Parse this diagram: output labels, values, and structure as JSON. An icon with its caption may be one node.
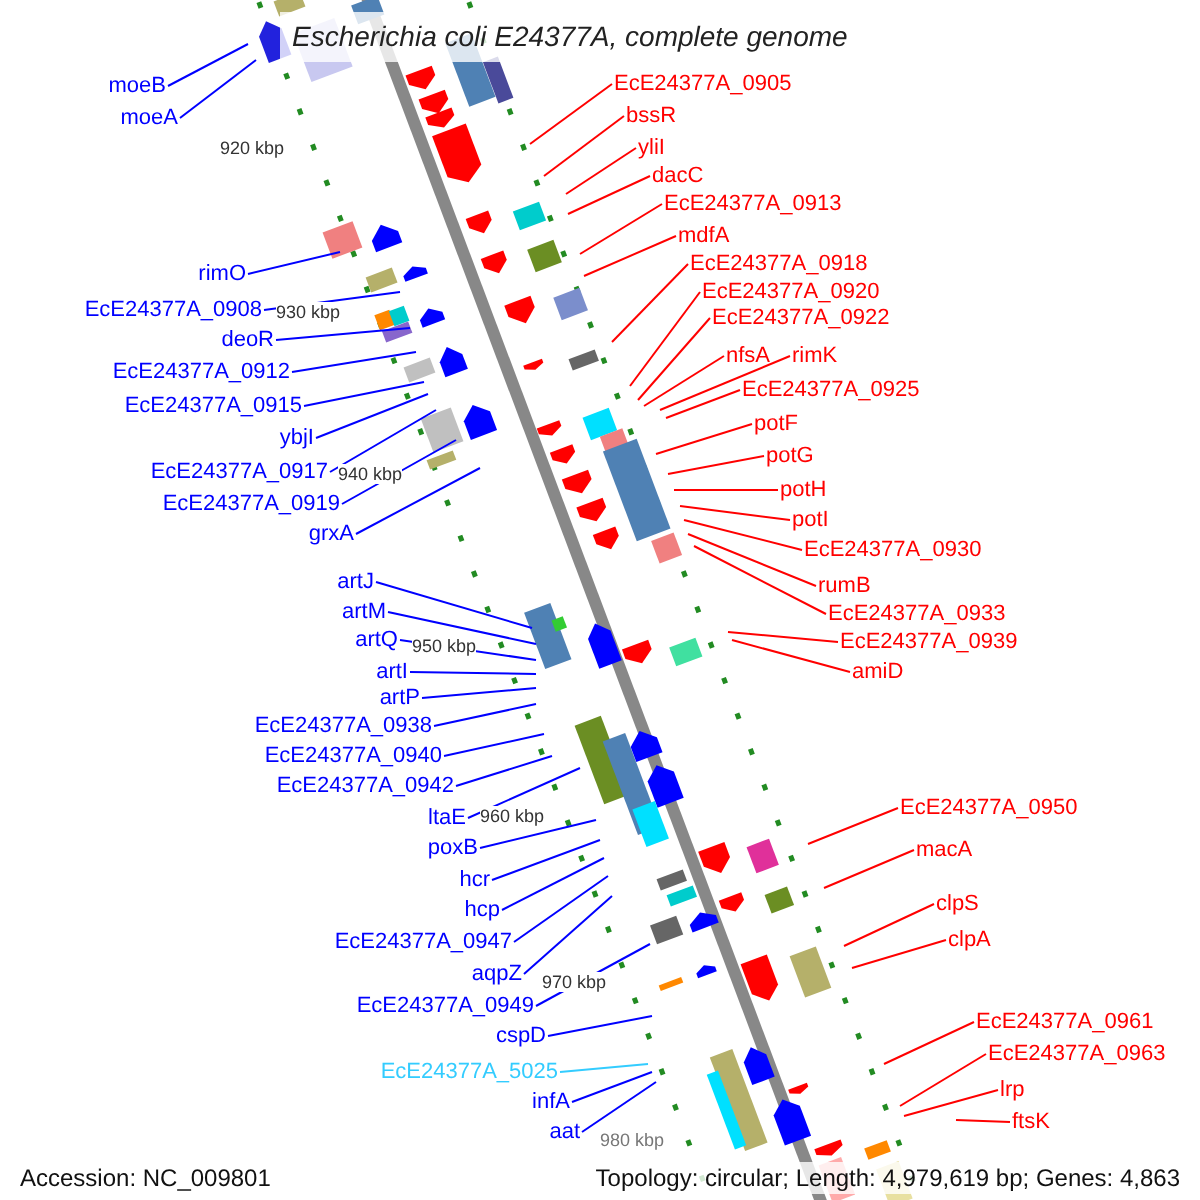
{
  "diagram": {
    "title": "Escherichia coli E24377A, complete genome",
    "nodes": [
      {
        "text": [
          "moeB"
        ]
      },
      {
        "text": [
          "moeA"
        ]
      },
      {
        "text": [
          "rimO"
        ]
      },
      {
        "text": [
          "EcE24377A_0908"
        ]
      },
      {
        "text": [
          "deoR"
        ]
      },
      {
        "text": [
          "EcE24377A_0912"
        ]
      },
      {
        "text": [
          "EcE24377A_0915"
        ]
      },
      {
        "text": [
          "ybjI"
        ]
      },
      {
        "text": [
          "EcE24377A_0917"
        ]
      },
      {
        "text": [
          "EcE24377A_0919"
        ]
      },
      {
        "text": [
          "grxA"
        ]
      },
      {
        "text": [
          "artJ"
        ]
      },
      {
        "text": [
          "artM"
        ]
      },
      {
        "text": [
          "artQ"
        ]
      },
      {
        "text": [
          "artI"
        ]
      },
      {
        "text": [
          "artP"
        ]
      },
      {
        "text": [
          "EcE24377A_0938"
        ]
      },
      {
        "text": [
          "EcE24377A_0940"
        ]
      },
      {
        "text": [
          "EcE24377A_0942"
        ]
      },
      {
        "text": [
          "ltaE"
        ]
      },
      {
        "text": [
          "poxB"
        ]
      },
      {
        "text": [
          "hcr"
        ]
      },
      {
        "text": [
          "hcp"
        ]
      },
      {
        "text": [
          "EcE24377A_0947"
        ]
      },
      {
        "text": [
          "aqpZ"
        ]
      },
      {
        "text": [
          "EcE24377A_0949"
        ]
      },
      {
        "text": [
          "cspD"
        ]
      },
      {
        "text": [
          "EcE24377A_5025"
        ]
      },
      {
        "text": [
          "infA"
        ]
      },
      {
        "text": [
          "aat"
        ]
      },
      {
        "text": [
          "EcE24377A_0905"
        ]
      },
      {
        "text": [
          "bssR"
        ]
      },
      {
        "text": [
          "yliI"
        ]
      },
      {
        "text": [
          "dacC"
        ]
      },
      {
        "text": [
          "EcE24377A_0913"
        ]
      },
      {
        "text": [
          "mdfA"
        ]
      },
      {
        "text": [
          "EcE24377A_0918"
        ]
      },
      {
        "text": [
          "EcE24377A_0920"
        ]
      },
      {
        "text": [
          "EcE24377A_0922"
        ]
      },
      {
        "text": [
          "nfsA"
        ]
      },
      {
        "text": [
          "rimK"
        ]
      },
      {
        "text": [
          "EcE24377A_0925"
        ]
      },
      {
        "text": [
          "potF"
        ]
      },
      {
        "text": [
          "potG"
        ]
      },
      {
        "text": [
          "potH"
        ]
      },
      {
        "text": [
          "potI"
        ]
      },
      {
        "text": [
          "EcE24377A_0930"
        ]
      },
      {
        "text": [
          "rumB"
        ]
      },
      {
        "text": [
          "EcE24377A_0933"
        ]
      },
      {
        "text": [
          "EcE24377A_0939"
        ]
      },
      {
        "text": [
          "amiD"
        ]
      },
      {
        "text": [
          "EcE24377A_0950"
        ]
      },
      {
        "text": [
          "macA"
        ]
      },
      {
        "text": [
          "clpS"
        ]
      },
      {
        "text": [
          "clpA"
        ]
      },
      {
        "text": [
          "EcE24377A_0961"
        ]
      },
      {
        "text": [
          "EcE24377A_0963"
        ]
      },
      {
        "text": [
          "lrp"
        ]
      },
      {
        "text": [
          "ftsK"
        ]
      }
    ],
    "edges": [
      {
        "from": 0,
        "to": null,
        "arrow": "none"
      },
      {
        "from": 1,
        "to": null,
        "arrow": "none"
      },
      {
        "from": 2,
        "to": null,
        "arrow": "none"
      },
      {
        "from": 3,
        "to": null,
        "arrow": "none"
      },
      {
        "from": 4,
        "to": null,
        "arrow": "none"
      },
      {
        "from": 5,
        "to": null,
        "arrow": "none"
      },
      {
        "from": 6,
        "to": null,
        "arrow": "none"
      },
      {
        "from": 7,
        "to": null,
        "arrow": "none"
      },
      {
        "from": 8,
        "to": null,
        "arrow": "none"
      },
      {
        "from": 9,
        "to": null,
        "arrow": "none"
      },
      {
        "from": 10,
        "to": null,
        "arrow": "none"
      },
      {
        "from": 11,
        "to": null,
        "arrow": "none"
      },
      {
        "from": 12,
        "to": null,
        "arrow": "none"
      },
      {
        "from": 13,
        "to": null,
        "arrow": "none"
      },
      {
        "from": 14,
        "to": null,
        "arrow": "none"
      },
      {
        "from": 15,
        "to": null,
        "arrow": "none"
      },
      {
        "from": 16,
        "to": null,
        "arrow": "none"
      },
      {
        "from": 17,
        "to": null,
        "arrow": "none"
      },
      {
        "from": 18,
        "to": null,
        "arrow": "none"
      },
      {
        "from": 19,
        "to": null,
        "arrow": "none"
      },
      {
        "from": 20,
        "to": null,
        "arrow": "none"
      },
      {
        "from": 21,
        "to": null,
        "arrow": "none"
      },
      {
        "from": 22,
        "to": null,
        "arrow": "none"
      },
      {
        "from": 23,
        "to": null,
        "arrow": "none"
      },
      {
        "from": 24,
        "to": null,
        "arrow": "none"
      },
      {
        "from": 25,
        "to": null,
        "arrow": "none"
      },
      {
        "from": 26,
        "to": null,
        "arrow": "none"
      },
      {
        "from": 27,
        "to": null,
        "arrow": "none",
        "color": "#33ccff"
      },
      {
        "from": 28,
        "to": null,
        "arrow": "none"
      },
      {
        "from": 29,
        "to": null,
        "arrow": "none"
      },
      {
        "from": 30,
        "to": null,
        "arrow": "none",
        "color": "#ff0000"
      },
      {
        "from": 31,
        "to": null,
        "arrow": "none",
        "color": "#ff0000"
      },
      {
        "from": 32,
        "to": null,
        "arrow": "none",
        "color": "#ff0000"
      },
      {
        "from": 33,
        "to": null,
        "arrow": "none",
        "color": "#ff0000"
      },
      {
        "from": 34,
        "to": null,
        "arrow": "none",
        "color": "#ff0000"
      },
      {
        "from": 35,
        "to": null,
        "arrow": "none",
        "color": "#ff0000"
      },
      {
        "from": 36,
        "to": null,
        "arrow": "none",
        "color": "#ff0000"
      },
      {
        "from": 37,
        "to": null,
        "arrow": "none",
        "color": "#ff0000"
      },
      {
        "from": 38,
        "to": null,
        "arrow": "none",
        "color": "#ff0000"
      },
      {
        "from": 39,
        "to": null,
        "arrow": "none",
        "color": "#ff0000"
      },
      {
        "from": 40,
        "to": null,
        "arrow": "none",
        "color": "#ff0000"
      },
      {
        "from": 41,
        "to": null,
        "arrow": "none",
        "color": "#ff0000"
      },
      {
        "from": 42,
        "to": null,
        "arrow": "none",
        "color": "#ff0000"
      },
      {
        "from": 43,
        "to": null,
        "arrow": "none",
        "color": "#ff0000"
      },
      {
        "from": 44,
        "to": null,
        "arrow": "none",
        "color": "#ff0000"
      },
      {
        "from": 45,
        "to": null,
        "arrow": "none",
        "color": "#ff0000"
      },
      {
        "from": 46,
        "to": null,
        "arrow": "none",
        "color": "#ff0000"
      },
      {
        "from": 47,
        "to": null,
        "arrow": "none",
        "color": "#ff0000"
      },
      {
        "from": 48,
        "to": null,
        "arrow": "none",
        "color": "#ff0000"
      },
      {
        "from": 49,
        "to": null,
        "arrow": "none",
        "color": "#ff0000"
      },
      {
        "from": 50,
        "to": null,
        "arrow": "none",
        "color": "#ff0000"
      },
      {
        "from": 51,
        "to": null,
        "arrow": "none",
        "color": "#ff0000"
      },
      {
        "from": 52,
        "to": null,
        "arrow": "none",
        "color": "#ff0000"
      },
      {
        "from": 53,
        "to": null,
        "arrow": "none",
        "color": "#ff0000"
      },
      {
        "from": 54,
        "to": null,
        "arrow": "none",
        "color": "#ff0000"
      },
      {
        "from": 55,
        "to": null,
        "arrow": "none",
        "color": "#ff0000"
      },
      {
        "from": 56,
        "to": null,
        "arrow": "none",
        "color": "#ff0000"
      },
      {
        "from": 57,
        "to": null,
        "arrow": "none",
        "color": "#ff0000"
      },
      {
        "from": 58,
        "to": null,
        "arrow": "none",
        "color": "#ff0000"
      }
    ],
    "labels": [
      "920 kbp",
      "930 kbp",
      "940 kbp",
      "950 kbp",
      "960 kbp",
      "970 kbp",
      "980 kbp",
      "Accession: NC_009801",
      "Topology: circular; Length: 4,979,619 bp; Genes: 4,863"
    ]
  }
}
